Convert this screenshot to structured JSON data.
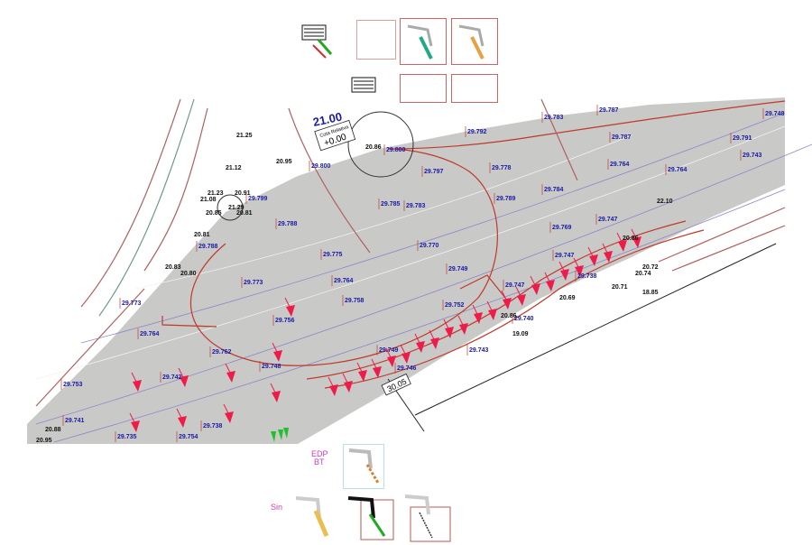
{
  "drawing": {
    "title_elevation": "21.00",
    "relative_box": {
      "label": "Cota Relativa",
      "value": "+0.00"
    },
    "dimension_label": "30.05",
    "colors": {
      "surface": "#c9c9c7",
      "arrow": "#ef1c4a",
      "contour": "#8d86c8",
      "boundary": "#c0392b",
      "elev_text": "#1a1aa8"
    },
    "blue_elevations": [
      "29.792",
      "29.783",
      "29.787",
      "29.748",
      "29.800",
      "29.797",
      "29.778",
      "29.787",
      "29.764",
      "29.764",
      "29.791",
      "29.743",
      "29.800",
      "29.799",
      "29.785",
      "29.783",
      "29.789",
      "29.784",
      "29.747",
      "29.788",
      "29.770",
      "29.775",
      "29.788",
      "29.749",
      "29.773",
      "29.764",
      "29.758",
      "29.769",
      "29.747",
      "29.773",
      "29.752",
      "29.747",
      "29.738",
      "29.764",
      "29.756",
      "29.762",
      "29.748",
      "29.749",
      "29.743",
      "29.753",
      "29.742",
      "29.741",
      "29.738",
      "29.735",
      "29.754",
      "29.740",
      "29.746"
    ],
    "black_elevations": [
      "21.25",
      "21.12",
      "20.95",
      "20.86",
      "20.91",
      "21.23",
      "21.29",
      "20.85",
      "20.81",
      "20.81",
      "21.08",
      "20.83",
      "20.80",
      "20.86",
      "22.10",
      "20.72",
      "20.74",
      "20.71",
      "18.85",
      "20.69",
      "20.86",
      "19.09",
      "20.88",
      "20.95"
    ]
  },
  "thumbnails": {
    "labels": {
      "edp": "EDP",
      "bt": "BT",
      "sin": "Sin"
    }
  }
}
